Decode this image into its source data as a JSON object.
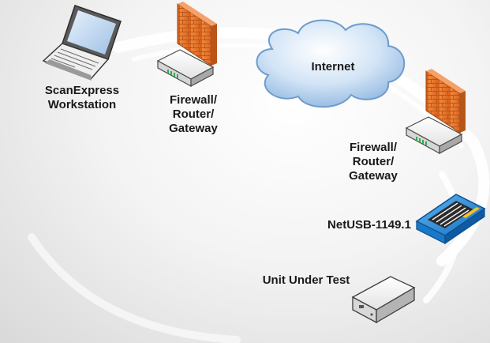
{
  "nodes": {
    "workstation": {
      "line1": "ScanExpress",
      "line2": "Workstation"
    },
    "firewall_left": {
      "line1": "Firewall/",
      "line2": "Router/",
      "line3": "Gateway"
    },
    "internet": {
      "label": "Internet"
    },
    "firewall_right": {
      "line1": "Firewall/",
      "line2": "Router/",
      "line3": "Gateway"
    },
    "netusb": {
      "label": "NetUSB-1149.1"
    },
    "uut": {
      "label": "Unit Under Test"
    }
  },
  "colors": {
    "brick": "#e8732a",
    "cloud": "#a9c9ea",
    "netusb_blue": "#1e88d8",
    "device_gray": "#e6e6e6"
  }
}
